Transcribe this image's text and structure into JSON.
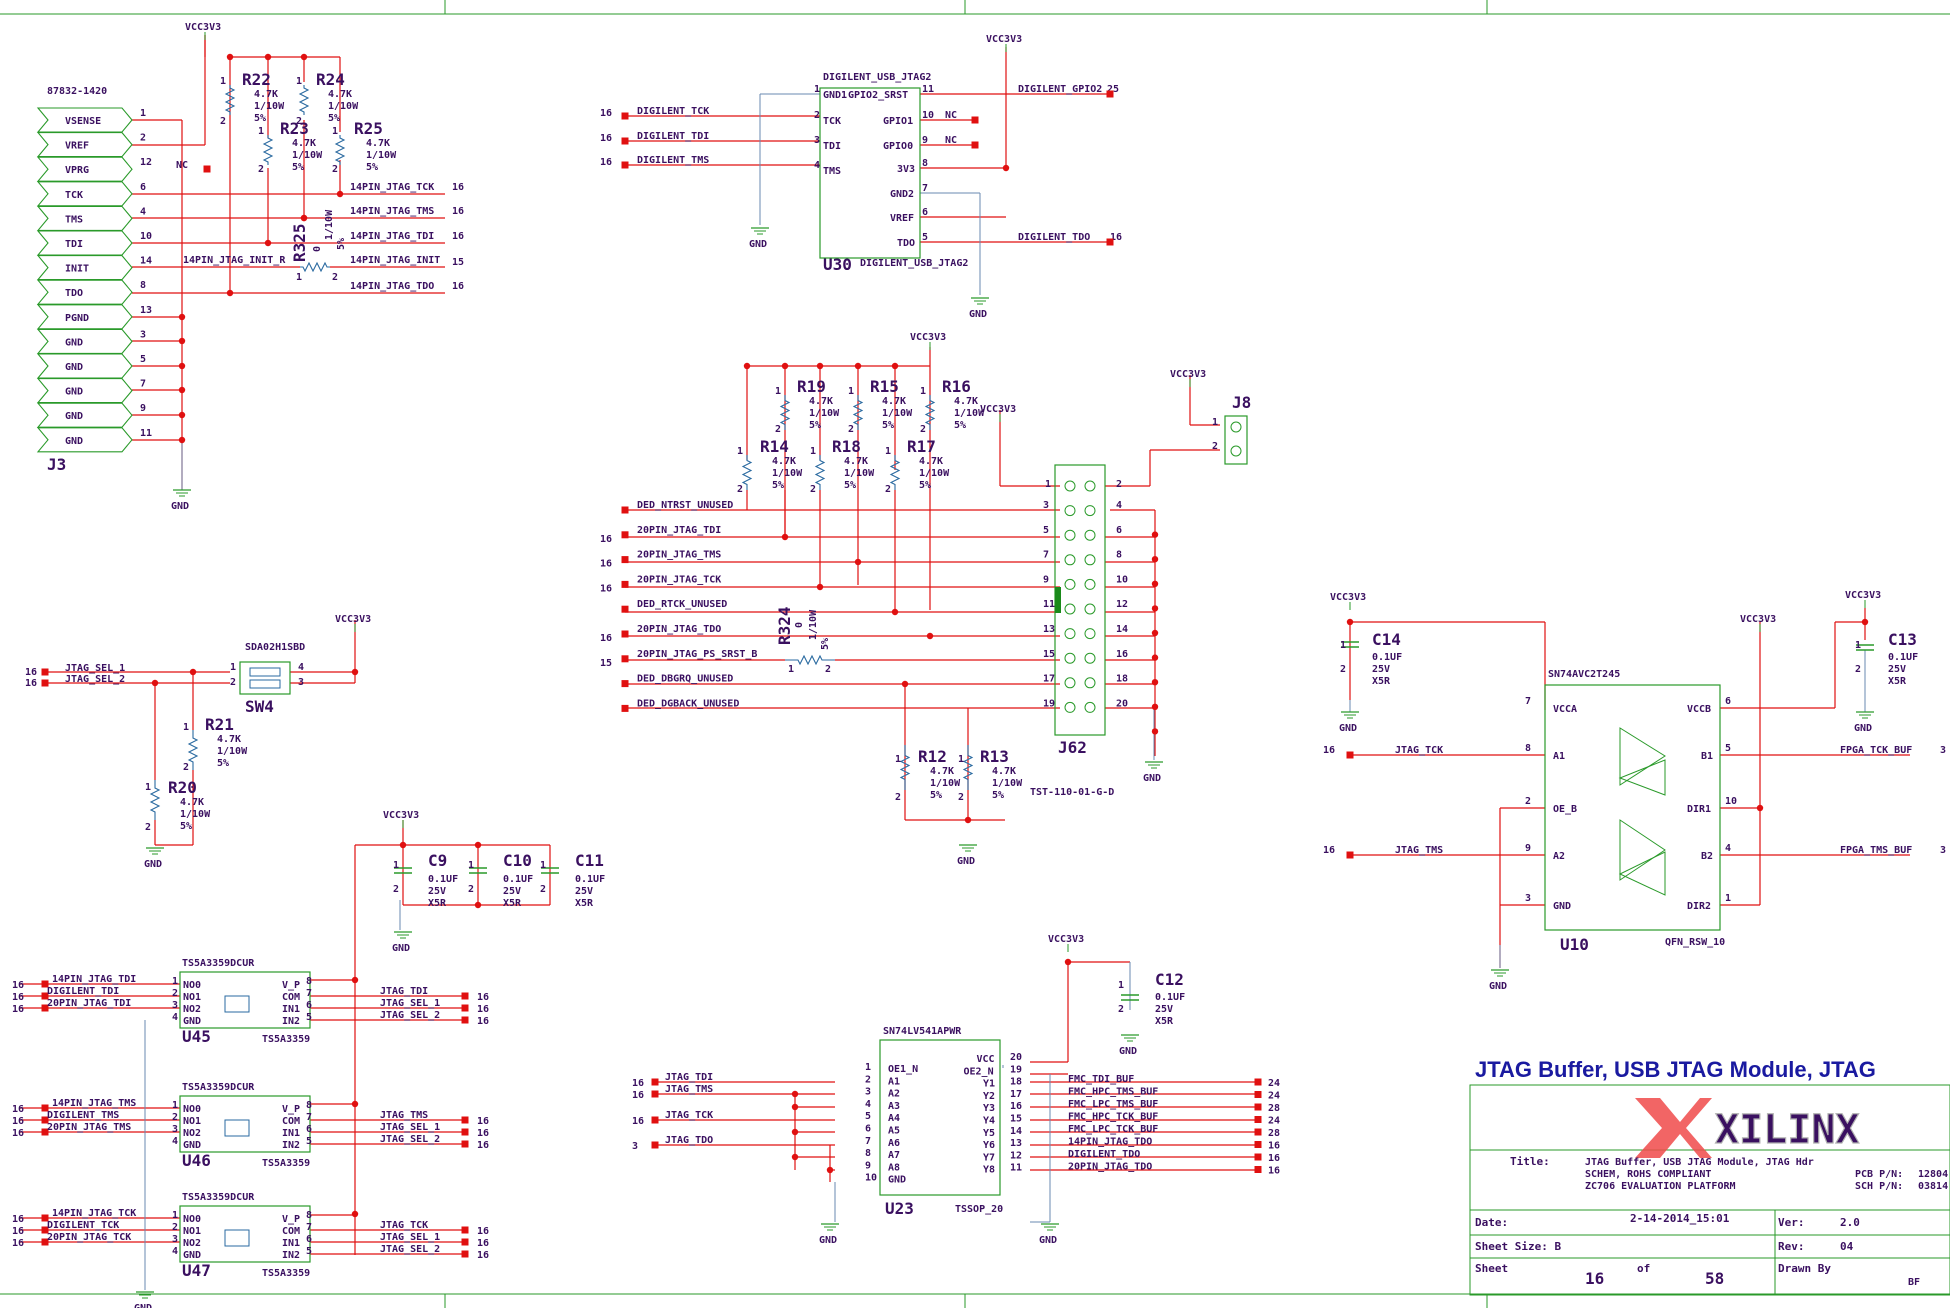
{
  "frame": {
    "sheet_title_banner": "JTAG Buffer, USB JTAG Module, JTAG"
  },
  "power": {
    "vcc": "VCC3V3",
    "gnd": "GND"
  },
  "j3": {
    "ref": "J3",
    "part": "87832-1420",
    "pins": [
      {
        "name": "VSENSE",
        "num": "1"
      },
      {
        "name": "VREF",
        "num": "2"
      },
      {
        "name": "VPRG",
        "num": "12"
      },
      {
        "name": "TCK",
        "num": "6"
      },
      {
        "name": "TMS",
        "num": "4"
      },
      {
        "name": "TDI",
        "num": "10"
      },
      {
        "name": "INIT",
        "num": "14"
      },
      {
        "name": "TDO",
        "num": "8"
      },
      {
        "name": "PGND",
        "num": "13"
      },
      {
        "name": "GND",
        "num": "3"
      },
      {
        "name": "GND",
        "num": "5"
      },
      {
        "name": "GND",
        "num": "7"
      },
      {
        "name": "GND",
        "num": "9"
      },
      {
        "name": "GND",
        "num": "11"
      }
    ],
    "nc": "NC"
  },
  "res_top_left": [
    {
      "ref": "R22",
      "val": "4.7K",
      "pwr": "1/10W",
      "tol": "5%"
    },
    {
      "ref": "R24",
      "val": "4.7K",
      "pwr": "1/10W",
      "tol": "5%"
    },
    {
      "ref": "R23",
      "val": "4.7K",
      "pwr": "1/10W",
      "tol": "5%"
    },
    {
      "ref": "R25",
      "val": "4.7K",
      "pwr": "1/10W",
      "tol": "5%"
    }
  ],
  "r325": {
    "ref": "R325",
    "val": "0",
    "pwr": "1/10W",
    "tol": "5%"
  },
  "j3_nets": [
    {
      "name": "14PIN_JTAG_TCK",
      "sheet": "16"
    },
    {
      "name": "14PIN_JTAG_TMS",
      "sheet": "16"
    },
    {
      "name": "14PIN_JTAG_TDI",
      "sheet": "16"
    },
    {
      "name": "14PIN_JTAG_INIT",
      "sheet": "15"
    },
    {
      "name": "14PIN_JTAG_TDO",
      "sheet": "16"
    },
    {
      "name": "14PIN_JTAG_INIT_R",
      "sheet": ""
    }
  ],
  "u30": {
    "ref": "U30",
    "part": "DIGILENT_USB_JTAG2",
    "part_bottom": "DIGILENT_USB_JTAG2",
    "left_pins": [
      {
        "num": "1",
        "name": "GND1"
      },
      {
        "num": "2",
        "name": "TCK"
      },
      {
        "num": "3",
        "name": "TDI"
      },
      {
        "num": "4",
        "name": "TMS"
      }
    ],
    "right_pins": [
      {
        "num": "11",
        "name": "GPIO2_SRST"
      },
      {
        "num": "10",
        "name": "GPIO1"
      },
      {
        "num": "9",
        "name": "GPIO0"
      },
      {
        "num": "8",
        "name": "3V3"
      },
      {
        "num": "7",
        "name": "GND2"
      },
      {
        "num": "6",
        "name": "VREF"
      },
      {
        "num": "5",
        "name": "TDO"
      }
    ],
    "nets_left": [
      {
        "sheet": "16",
        "name": "DIGILENT_TCK"
      },
      {
        "sheet": "16",
        "name": "DIGILENT_TDI"
      },
      {
        "sheet": "16",
        "name": "DIGILENT_TMS"
      }
    ],
    "nets_right": [
      {
        "name": "DIGILENT_GPIO2",
        "sheet": "25"
      },
      {
        "name": "DIGILENT_TDO",
        "sheet": "16"
      }
    ],
    "nc": "NC"
  },
  "j62": {
    "ref": "J62",
    "part": "TST-110-01-G-D",
    "res": [
      {
        "ref": "R19",
        "val": "4.7K",
        "pwr": "1/10W",
        "tol": "5%"
      },
      {
        "ref": "R15",
        "val": "4.7K",
        "pwr": "1/10W",
        "tol": "5%"
      },
      {
        "ref": "R16",
        "val": "4.7K",
        "pwr": "1/10W",
        "tol": "5%"
      },
      {
        "ref": "R14",
        "val": "4.7K",
        "pwr": "1/10W",
        "tol": "5%"
      },
      {
        "ref": "R18",
        "val": "4.7K",
        "pwr": "1/10W",
        "tol": "5%"
      },
      {
        "ref": "R17",
        "val": "4.7K",
        "pwr": "1/10W",
        "tol": "5%"
      },
      {
        "ref": "R12",
        "val": "4.7K",
        "pwr": "1/10W",
        "tol": "5%"
      },
      {
        "ref": "R13",
        "val": "4.7K",
        "pwr": "1/10W",
        "tol": "5%"
      }
    ],
    "r324": {
      "ref": "R324",
      "val": "0",
      "pwr": "1/10W",
      "tol": "5%"
    },
    "nets": [
      {
        "sheet": "",
        "name": "DED_NTRST_UNUSED",
        "pin_l": "3",
        "pin_r": "4"
      },
      {
        "sheet": "16",
        "name": "20PIN_JTAG_TDI",
        "pin_l": "5",
        "pin_r": "6"
      },
      {
        "sheet": "16",
        "name": "20PIN_JTAG_TMS",
        "pin_l": "7",
        "pin_r": "8"
      },
      {
        "sheet": "16",
        "name": "20PIN_JTAG_TCK",
        "pin_l": "9",
        "pin_r": "10"
      },
      {
        "sheet": "",
        "name": "DED_RTCK_UNUSED",
        "pin_l": "11",
        "pin_r": "12"
      },
      {
        "sheet": "16",
        "name": "20PIN_JTAG_TDO",
        "pin_l": "13",
        "pin_r": "14"
      },
      {
        "sheet": "15",
        "name": "20PIN_JTAG_PS_SRST_B",
        "pin_l": "15",
        "pin_r": "16"
      },
      {
        "sheet": "",
        "name": "DED_DBGRQ_UNUSED",
        "pin_l": "17",
        "pin_r": "18"
      },
      {
        "sheet": "",
        "name": "DED_DGBACK_UNUSED",
        "pin_l": "19",
        "pin_r": "20"
      }
    ],
    "pin1": "1",
    "pin2": "2"
  },
  "j8": {
    "ref": "J8",
    "p1": "1",
    "p2": "2"
  },
  "u10": {
    "ref": "U10",
    "part": "SN74AVC2T245",
    "pkg": "QFN_RSW_10",
    "pins_left": [
      {
        "num": "7",
        "name": "VCCA"
      },
      {
        "num": "8",
        "name": "A1"
      },
      {
        "num": "2",
        "name": "OE_B"
      },
      {
        "num": "9",
        "name": "A2"
      },
      {
        "num": "3",
        "name": "GND"
      }
    ],
    "pins_right": [
      {
        "num": "6",
        "name": "VCCB"
      },
      {
        "num": "5",
        "name": "B1"
      },
      {
        "num": "10",
        "name": "DIR1"
      },
      {
        "num": "4",
        "name": "B2"
      },
      {
        "num": "1",
        "name": "DIR2"
      }
    ],
    "nets_left": [
      {
        "sheet": "16",
        "name": "JTAG_TCK"
      },
      {
        "sheet": "16",
        "name": "JTAG_TMS"
      }
    ],
    "nets_right": [
      {
        "name": "FPGA_TCK_BUF",
        "sheet": "3"
      },
      {
        "name": "FPGA_TMS_BUF",
        "sheet": "3"
      }
    ]
  },
  "caps": [
    {
      "ref": "C14",
      "val": "0.1UF",
      "v": "25V",
      "d": "X5R"
    },
    {
      "ref": "C13",
      "val": "0.1UF",
      "v": "25V",
      "d": "X5R"
    },
    {
      "ref": "C9",
      "val": "0.1UF",
      "v": "25V",
      "d": "X5R"
    },
    {
      "ref": "C10",
      "val": "0.1UF",
      "v": "25V",
      "d": "X5R"
    },
    {
      "ref": "C11",
      "val": "0.1UF",
      "v": "25V",
      "d": "X5R"
    },
    {
      "ref": "C12",
      "val": "0.1UF",
      "v": "25V",
      "d": "X5R"
    }
  ],
  "sw4": {
    "ref": "SW4",
    "part": "SDA02H1SBD",
    "nets": [
      {
        "sheet": "16",
        "name": "JTAG_SEL_1"
      },
      {
        "sheet": "16",
        "name": "JTAG_SEL_2"
      }
    ],
    "res": [
      {
        "ref": "R21",
        "val": "4.7K",
        "pwr": "1/10W",
        "tol": "5%"
      },
      {
        "ref": "R20",
        "val": "4.7K",
        "pwr": "1/10W",
        "tol": "5%"
      }
    ]
  },
  "muxes": [
    {
      "ref": "U45",
      "part": "TS5A3359DCUR",
      "part2": "TS5A3359",
      "in": [
        {
          "sheet": "16",
          "name": "14PIN_JTAG_TDI"
        },
        {
          "sheet": "16",
          "name": "DIGILENT_TDI"
        },
        {
          "sheet": "16",
          "name": "20PIN_JTAG_TDI"
        }
      ],
      "out": [
        {
          "name": "JTAG_TDI",
          "sheet": "16"
        },
        {
          "name": "JTAG_SEL_1",
          "sheet": "16"
        },
        {
          "name": "JTAG_SEL_2",
          "sheet": "16"
        }
      ]
    },
    {
      "ref": "U46",
      "part": "TS5A3359DCUR",
      "part2": "TS5A3359",
      "in": [
        {
          "sheet": "16",
          "name": "14PIN_JTAG_TMS"
        },
        {
          "sheet": "16",
          "name": "DIGILENT_TMS"
        },
        {
          "sheet": "16",
          "name": "20PIN_JTAG_TMS"
        }
      ],
      "out": [
        {
          "name": "JTAG_TMS",
          "sheet": "16"
        },
        {
          "name": "JTAG_SEL_1",
          "sheet": "16"
        },
        {
          "name": "JTAG_SEL_2",
          "sheet": "16"
        }
      ]
    },
    {
      "ref": "U47",
      "part": "TS5A3359DCUR",
      "part2": "TS5A3359",
      "in": [
        {
          "sheet": "16",
          "name": "14PIN_JTAG_TCK"
        },
        {
          "sheet": "16",
          "name": "DIGILENT_TCK"
        },
        {
          "sheet": "16",
          "name": "20PIN_JTAG_TCK"
        }
      ],
      "out": [
        {
          "name": "JTAG_TCK",
          "sheet": "16"
        },
        {
          "name": "JTAG_SEL_1",
          "sheet": "16"
        },
        {
          "name": "JTAG_SEL_2",
          "sheet": "16"
        }
      ]
    }
  ],
  "mux_pins": {
    "left": [
      {
        "num": "1",
        "name": "NO0"
      },
      {
        "num": "2",
        "name": "NO1"
      },
      {
        "num": "3",
        "name": "NO2"
      },
      {
        "num": "4",
        "name": "GND"
      }
    ],
    "right": [
      {
        "num": "8",
        "name": "V_P"
      },
      {
        "num": "7",
        "name": "COM"
      },
      {
        "num": "6",
        "name": "IN1"
      },
      {
        "num": "5",
        "name": "IN2"
      }
    ]
  },
  "u23": {
    "ref": "U23",
    "part": "SN74LV541APWR",
    "pkg": "TSSOP_20",
    "pins_left": [
      {
        "num": "1",
        "name": "OE1_N"
      },
      {
        "num": "2",
        "name": "A1"
      },
      {
        "num": "3",
        "name": "A2"
      },
      {
        "num": "4",
        "name": "A3"
      },
      {
        "num": "5",
        "name": "A4"
      },
      {
        "num": "6",
        "name": "A5"
      },
      {
        "num": "7",
        "name": "A6"
      },
      {
        "num": "8",
        "name": "A7"
      },
      {
        "num": "9",
        "name": "A8"
      },
      {
        "num": "10",
        "name": "GND"
      }
    ],
    "pins_right": [
      {
        "num": "20",
        "name": "VCC"
      },
      {
        "num": "19",
        "name": "OE2_N"
      },
      {
        "num": "18",
        "name": "Y1"
      },
      {
        "num": "17",
        "name": "Y2"
      },
      {
        "num": "16",
        "name": "Y3"
      },
      {
        "num": "15",
        "name": "Y4"
      },
      {
        "num": "14",
        "name": "Y5"
      },
      {
        "num": "13",
        "name": "Y6"
      },
      {
        "num": "12",
        "name": "Y7"
      },
      {
        "num": "11",
        "name": "Y8"
      }
    ],
    "nets_left": [
      {
        "sheet": "16",
        "name": "JTAG_TDI"
      },
      {
        "sheet": "16",
        "name": "JTAG_TMS"
      },
      {
        "sheet": "16",
        "name": "JTAG_TCK"
      },
      {
        "sheet": "3",
        "name": "JTAG_TDO"
      }
    ],
    "nets_right": [
      {
        "name": "FMC_TDI_BUF",
        "sheet": "24"
      },
      {
        "name": "FMC_HPC_TMS_BUF",
        "sheet": "24"
      },
      {
        "name": "FMC_LPC_TMS_BUF",
        "sheet": "28"
      },
      {
        "name": "FMC_HPC_TCK_BUF",
        "sheet": "24"
      },
      {
        "name": "FMC_LPC_TCK_BUF",
        "sheet": "28"
      },
      {
        "name": "14PIN_JTAG_TDO",
        "sheet": "16"
      },
      {
        "name": "DIGILENT_TDO",
        "sheet": "16"
      },
      {
        "name": "20PIN_JTAG_TDO",
        "sheet": "16"
      }
    ]
  },
  "title_block": {
    "banner": "JTAG Buffer, USB JTAG Module, JTAG",
    "logo": "XILINX",
    "title_label": "Title:",
    "title_line1": "JTAG Buffer, USB JTAG Module, JTAG Hdr",
    "title_line2": "SCHEM, ROHS COMPLIANT",
    "title_line3": "ZC706 EVALUATION PLATFORM",
    "pcb_label": "PCB P/N:",
    "pcb_value": "12804",
    "sch_label": "SCH P/N:",
    "sch_value": "03814",
    "date_label": "Date:",
    "date_value": "2-14-2014_15:01",
    "ver_label": "Ver:",
    "ver_value": "2.0",
    "size_label": "Sheet Size: B",
    "rev_label": "Rev:",
    "rev_value": "04",
    "sheet_label": "Sheet",
    "sheet_num": "16",
    "of": "of",
    "sheet_total": "58",
    "drawn_label": "Drawn By",
    "drawn_value": "BF"
  }
}
